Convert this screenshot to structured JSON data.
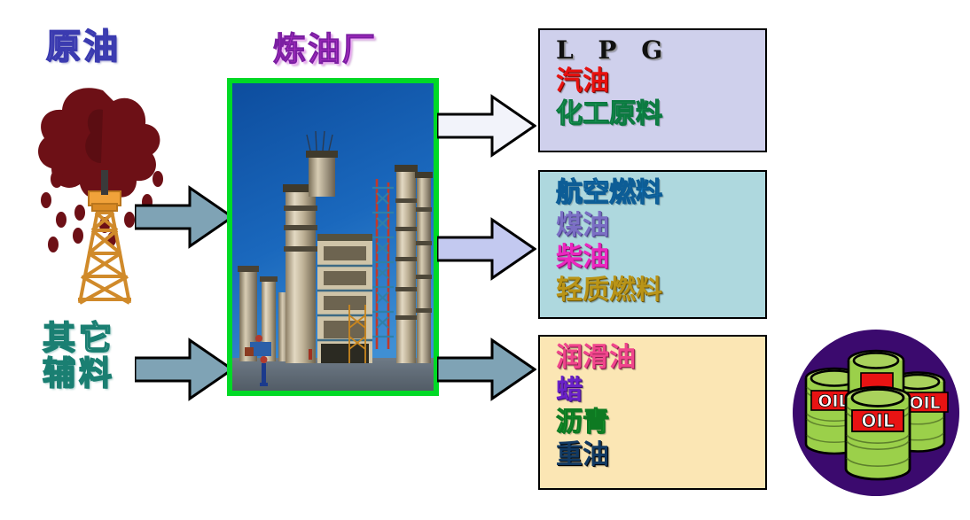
{
  "diagram": {
    "title": "Oil refinery process flow",
    "background": "#ffffff"
  },
  "inputs": [
    {
      "id": "crude-oil",
      "label": "原油",
      "color": "#3b3bb0",
      "icon": "oil-derrick-icon"
    },
    {
      "id": "auxiliary-materials",
      "label_line1": "其它",
      "label_line2": "辅料",
      "color": "#1a7f72",
      "icon": "none"
    }
  ],
  "process": {
    "label": "炼油厂",
    "label_color": "#c02fd0",
    "photo_alt": "refinery-plant-photo",
    "frame_color": "#00d926"
  },
  "arrows": [
    {
      "id": "crude-to-refinery",
      "fill": "#7fa3b5",
      "stroke": "#000000",
      "direction": "right"
    },
    {
      "id": "aux-to-refinery",
      "fill": "#7fa3b5",
      "stroke": "#000000",
      "direction": "right"
    },
    {
      "id": "refinery-to-box-1",
      "fill": "#f2f3fa",
      "stroke": "#000000",
      "direction": "right"
    },
    {
      "id": "refinery-to-box-2",
      "fill": "#c3c9f0",
      "stroke": "#000000",
      "direction": "right"
    },
    {
      "id": "refinery-to-box-3",
      "fill": "#7fa3b5",
      "stroke": "#000000",
      "direction": "right"
    }
  ],
  "product_boxes": [
    {
      "id": "light-products",
      "background": "#cfd0ec",
      "border": "#000000",
      "lines": [
        {
          "text": "L P G",
          "color": "#111111",
          "style": "serif"
        },
        {
          "text": "汽油",
          "color": "#e8110f",
          "style": "cjk"
        },
        {
          "text": "化工原料",
          "color": "#2fbb6e",
          "style": "cjk"
        }
      ]
    },
    {
      "id": "middle-distillates",
      "background": "#aed8de",
      "border": "#000000",
      "lines": [
        {
          "text": "航空燃料",
          "color": "#2596e3",
          "style": "cjk"
        },
        {
          "text": "煤油",
          "color": "#7b6fc4",
          "style": "cjk"
        },
        {
          "text": "柴油",
          "color": "#ec27c0",
          "style": "cjk"
        },
        {
          "text": "轻质燃料",
          "color": "#b99418",
          "style": "cjk"
        }
      ]
    },
    {
      "id": "heavy-products",
      "background": "#fbe6b4",
      "border": "#000000",
      "lines": [
        {
          "text": "润滑油",
          "color": "#f0458c",
          "style": "cjk"
        },
        {
          "text": "蜡",
          "color": "#6a22c9",
          "style": "cjk"
        },
        {
          "text": "沥青",
          "color": "#2fd24b",
          "style": "cjk"
        },
        {
          "text": "重油",
          "color": "#123a63",
          "style": "cjk"
        }
      ]
    }
  ],
  "decoration": {
    "oil_barrels": {
      "id": "oil-barrels-badge",
      "circle_color": "#3b0a6e",
      "barrel_color": "#9bd04a",
      "label_color": "#e81313",
      "label_text": "OIL"
    }
  }
}
